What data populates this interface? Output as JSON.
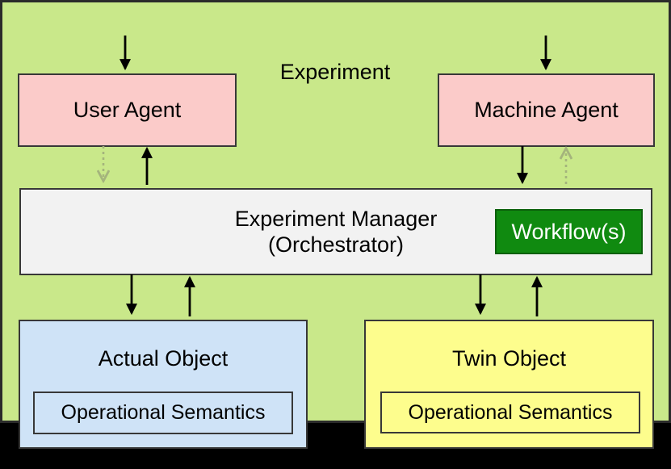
{
  "diagram": {
    "title": "Experiment",
    "boxes": {
      "user_agent": {
        "label": "User Agent"
      },
      "machine_agent": {
        "label": "Machine Agent"
      },
      "manager": {
        "line1": "Experiment Manager",
        "line2": "(Orchestrator)"
      },
      "workflow": {
        "label": "Workflow(s)"
      },
      "actual_object": {
        "label": "Actual Object",
        "inner": "Operational Semantics"
      },
      "twin_object": {
        "label": "Twin Object",
        "inner": "Operational Semantics"
      }
    },
    "edges": [
      {
        "from": "top-edge",
        "to": "user_agent",
        "style": "solid-black",
        "direction": "down"
      },
      {
        "from": "top-edge",
        "to": "machine_agent",
        "style": "solid-black",
        "direction": "down"
      },
      {
        "from": "user_agent",
        "to": "manager",
        "style": "dotted-gray",
        "direction": "down"
      },
      {
        "from": "manager",
        "to": "user_agent",
        "style": "solid-black",
        "direction": "up"
      },
      {
        "from": "machine_agent",
        "to": "manager",
        "style": "solid-black",
        "direction": "down"
      },
      {
        "from": "manager",
        "to": "machine_agent",
        "style": "dotted-gray",
        "direction": "up"
      },
      {
        "from": "manager",
        "to": "actual_object",
        "style": "solid-black",
        "direction": "down"
      },
      {
        "from": "actual_object",
        "to": "manager",
        "style": "solid-black",
        "direction": "up"
      },
      {
        "from": "manager",
        "to": "twin_object",
        "style": "solid-black",
        "direction": "down"
      },
      {
        "from": "twin_object",
        "to": "manager",
        "style": "solid-black",
        "direction": "up"
      }
    ],
    "colors": {
      "letterbox_black": "#000000",
      "outer_border": "#2b2b2b",
      "background_green": "#c9e88a",
      "agent_pink": "#fbcbc9",
      "manager_gray": "#f2f2f2",
      "workflow_green": "#108a10",
      "workflow_border": "#0b600b",
      "actual_blue": "#cfe3f7",
      "twin_yellow": "#fdfd8d",
      "border_dark": "#383838",
      "arrow_black": "#000000",
      "arrow_dotted": "#a4b47c"
    }
  }
}
